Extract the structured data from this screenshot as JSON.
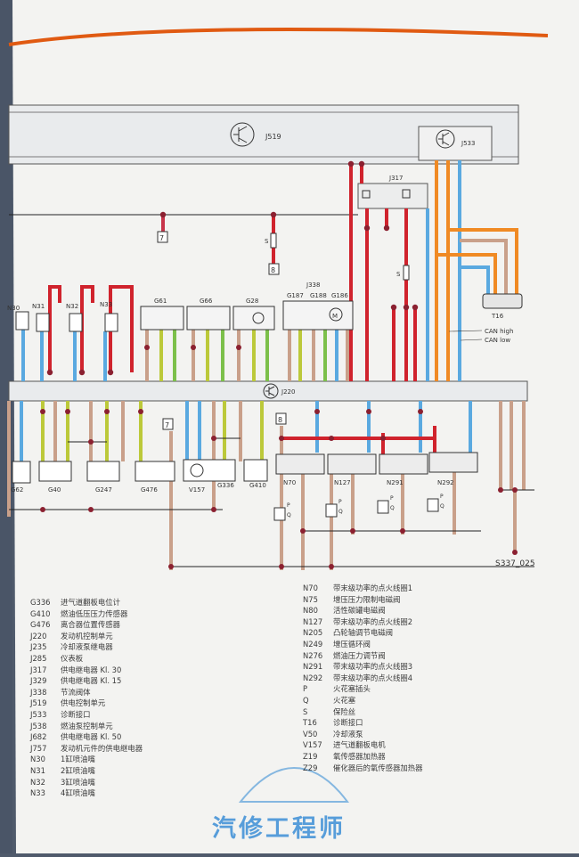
{
  "diagram": {
    "reference": "S337_025",
    "units": {
      "j519": "J519",
      "j533": "J533",
      "j317": "J317",
      "j220": "J220",
      "j338": "J338",
      "t16": "T16",
      "can_high": "CAN high",
      "can_low": "CAN low"
    },
    "components": {
      "n30": "N30",
      "n31": "N31",
      "n32": "N32",
      "n33": "N33",
      "g61": "G61",
      "g66": "G66",
      "g28": "G28",
      "g187": "G187",
      "g188": "G188",
      "g186": "G186",
      "g62": "G62",
      "g40": "G40",
      "g247": "G247",
      "g476": "G476",
      "v157": "V157",
      "g336": "G336",
      "g410": "G410",
      "n70": "N70",
      "n127": "N127",
      "n291": "N291",
      "n292": "N292"
    },
    "connectors": {
      "c7a": "7",
      "c8a": "8",
      "c7b": "7",
      "c8b": "8"
    },
    "symbols": {
      "s": "S",
      "p": "P",
      "q": "Q"
    }
  },
  "legend_left": [
    {
      "code": "G336",
      "desc": "进气道翻板电位计"
    },
    {
      "code": "G410",
      "desc": "燃油低压压力传感器"
    },
    {
      "code": "G476",
      "desc": "离合器位置传感器"
    },
    {
      "code": "J220",
      "desc": "发动机控制单元"
    },
    {
      "code": "J235",
      "desc": "冷却液泵继电器"
    },
    {
      "code": "J285",
      "desc": "仪表板"
    },
    {
      "code": "J317",
      "desc": "供电继电器 Kl. 30"
    },
    {
      "code": "J329",
      "desc": "供电继电器 Kl. 15"
    },
    {
      "code": "J338",
      "desc": "节流阀体"
    },
    {
      "code": "J519",
      "desc": "供电控制单元"
    },
    {
      "code": "J533",
      "desc": "诊断接口"
    },
    {
      "code": "J538",
      "desc": "燃油泵控制单元"
    },
    {
      "code": "J682",
      "desc": "供电继电器 Kl. 50"
    },
    {
      "code": "J757",
      "desc": "发动机元件的供电继电器"
    },
    {
      "code": "N30",
      "desc": "1缸喷油嘴"
    },
    {
      "code": "N31",
      "desc": "2缸喷油嘴"
    },
    {
      "code": "N32",
      "desc": "3缸喷油嘴"
    },
    {
      "code": "N33",
      "desc": "4缸喷油嘴"
    }
  ],
  "legend_right": [
    {
      "code": "N70",
      "desc": "带末级功率的点火线圈1"
    },
    {
      "code": "N75",
      "desc": "增压压力限制电磁阀"
    },
    {
      "code": "N80",
      "desc": "活性碳罐电磁阀"
    },
    {
      "code": "N127",
      "desc": "带末级功率的点火线圈2"
    },
    {
      "code": "N205",
      "desc": "凸轮轴调节电磁阀"
    },
    {
      "code": "N249",
      "desc": "增压循环阀"
    },
    {
      "code": "N276",
      "desc": "燃油压力调节阀"
    },
    {
      "code": "N291",
      "desc": "带末级功率的点火线圈3"
    },
    {
      "code": "N292",
      "desc": "带末级功率的点火线圈4"
    },
    {
      "code": "P",
      "desc": "火花塞插头"
    },
    {
      "code": "Q",
      "desc": "火花塞"
    },
    {
      "code": "S",
      "desc": "保险丝"
    },
    {
      "code": "T16",
      "desc": "诊断接口"
    },
    {
      "code": "V50",
      "desc": "冷却液泵"
    },
    {
      "code": "V157",
      "desc": "进气道翻板电机"
    },
    {
      "code": "Z19",
      "desc": "氧传感器加热器"
    },
    {
      "code": "Z29",
      "desc": "催化器后的氧传感器加热器"
    }
  ],
  "watermark": "汽修工程师",
  "colors": {
    "red": "#d0232d",
    "blue": "#5aa9e0",
    "brown": "#c9a08a",
    "yellow": "#bcc93a",
    "green": "#7cc04a",
    "orange": "#f08a24",
    "black": "#222222"
  }
}
